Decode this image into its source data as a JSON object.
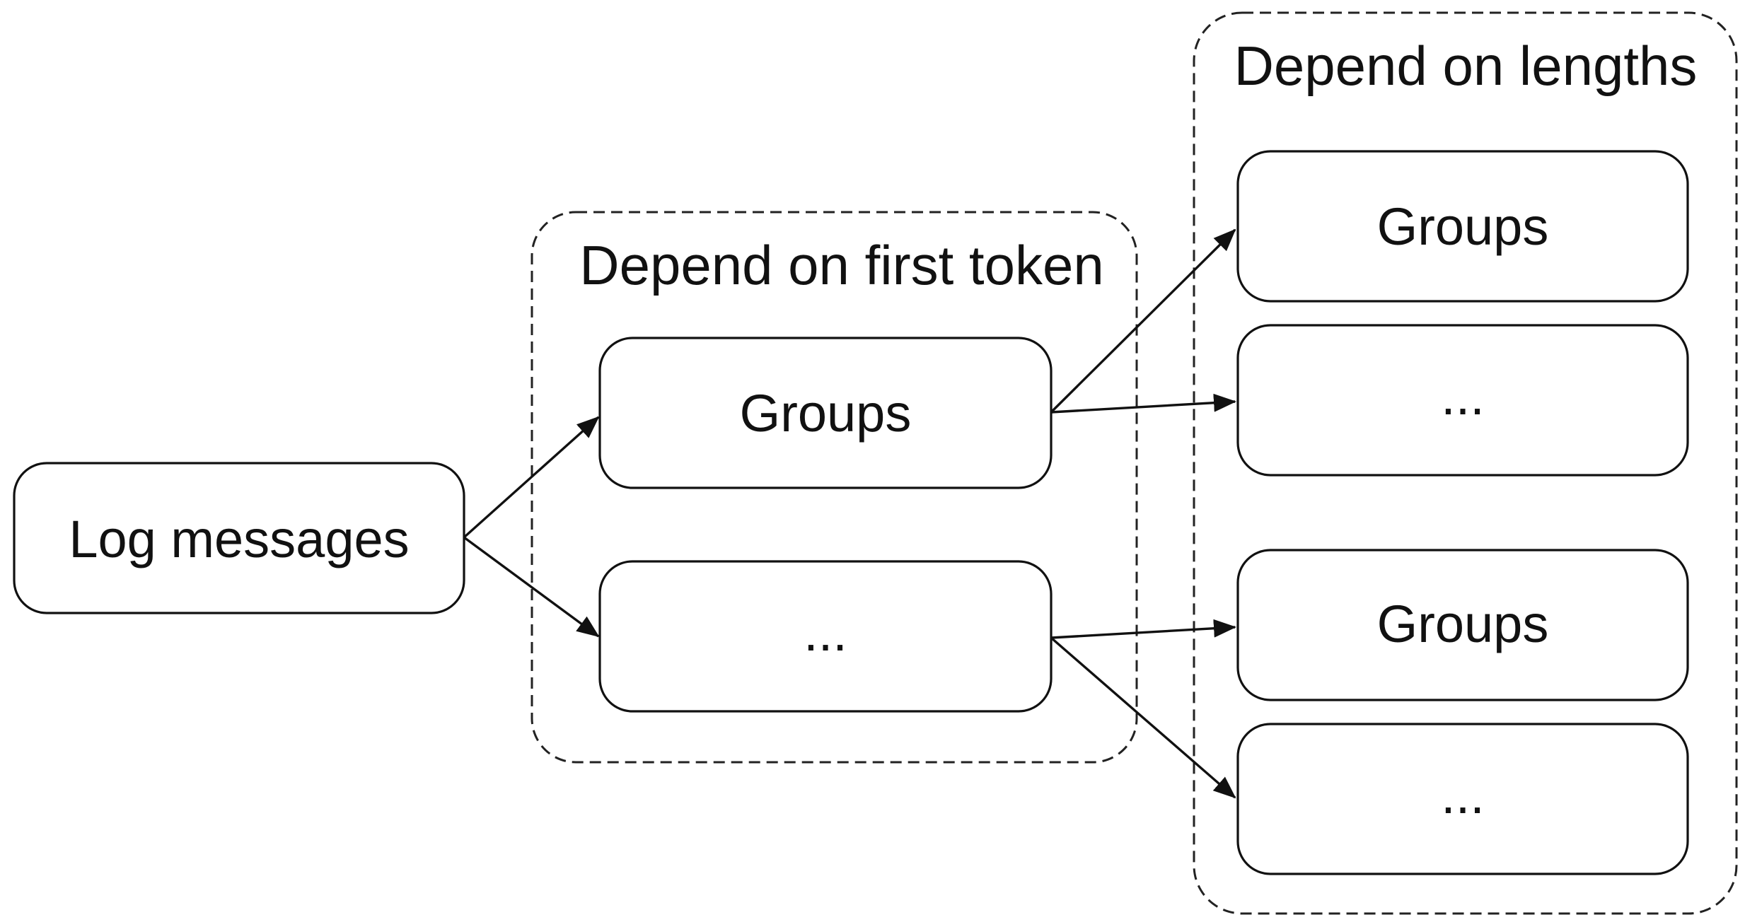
{
  "diagram": {
    "nodes": {
      "log_messages": "Log messages",
      "groups_a": "Groups",
      "ellipsis_a": "...",
      "groups_b1": "Groups",
      "ellipsis_b1": "...",
      "groups_b2": "Groups",
      "ellipsis_b2": "..."
    },
    "group_boxes": {
      "first_token": "Depend on first token",
      "lengths": "Depend on lengths"
    },
    "edges": [
      {
        "from": "log_messages",
        "to": "groups_a"
      },
      {
        "from": "log_messages",
        "to": "ellipsis_a"
      },
      {
        "from": "groups_a",
        "to": "groups_b1"
      },
      {
        "from": "groups_a",
        "to": "ellipsis_b1"
      },
      {
        "from": "ellipsis_a",
        "to": "groups_b2"
      },
      {
        "from": "ellipsis_a",
        "to": "ellipsis_b2"
      }
    ]
  }
}
